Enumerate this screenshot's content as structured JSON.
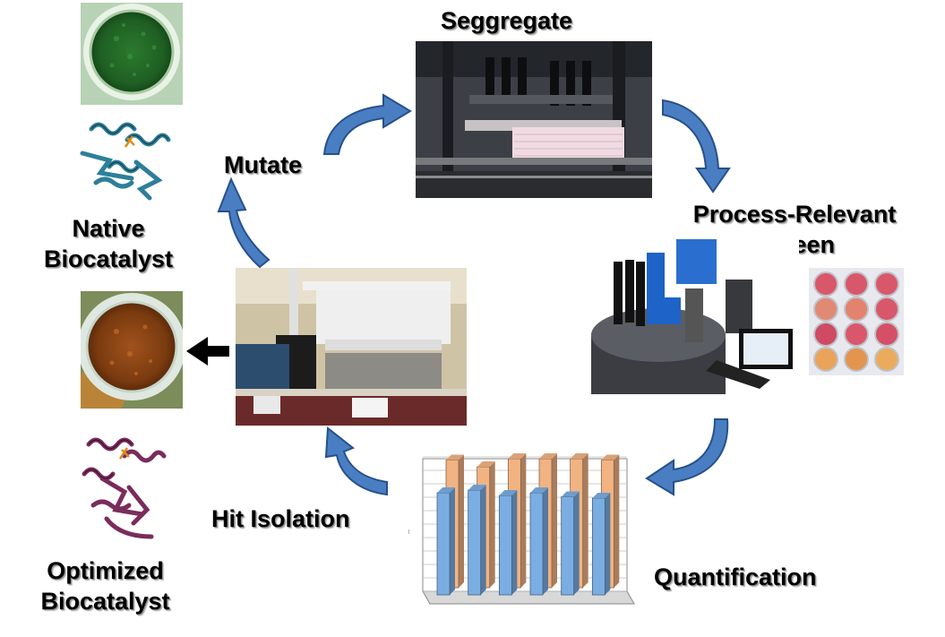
{
  "labels": {
    "seggregate": "Seggregate",
    "mutate": "Mutate",
    "process_relevant_1": "Process-Relevant",
    "process_relevant_2": "Screen",
    "native_1": "Native",
    "native_2": "Biocatalyst",
    "optimized_1": "Optimized",
    "optimized_2": "Biocatalyst",
    "hit_isolation": "Hit Isolation",
    "quantification": "Quantification"
  },
  "colors": {
    "arrow_fill": "#4a7ec2",
    "arrow_stroke": "#27508a",
    "back_arrow": "#000000",
    "native_protein": "#2d7f9a",
    "optimized_protein": "#7a2c5c"
  },
  "icons": {
    "native_cell": "green-cell-micrograph",
    "native_structure": "teal-protein-ribbon",
    "optimized_cell": "orange-cell-micrograph",
    "optimized_structure": "purple-protein-ribbon",
    "seggregate_photo": "liquid-handling-robot-photo",
    "screen_photo": "screening-instrument-photo",
    "plate_photo": "well-plate-photo",
    "hit_photo": "lab-bench-robot-photo",
    "quant_chart": "3d-bar-chart-thumbnail"
  },
  "chart_data": {
    "type": "bar",
    "categories": [
      "",
      "",
      "",
      "",
      "",
      ""
    ],
    "series": [
      {
        "values": [
          0.76,
          0.78,
          0.74,
          0.76,
          0.73,
          0.72
        ]
      },
      {
        "values": [
          0.95,
          0.9,
          0.96,
          0.96,
          0.96,
          0.95
        ]
      }
    ],
    "colors": [
      "#7aaee3",
      "#f2b383"
    ]
  }
}
